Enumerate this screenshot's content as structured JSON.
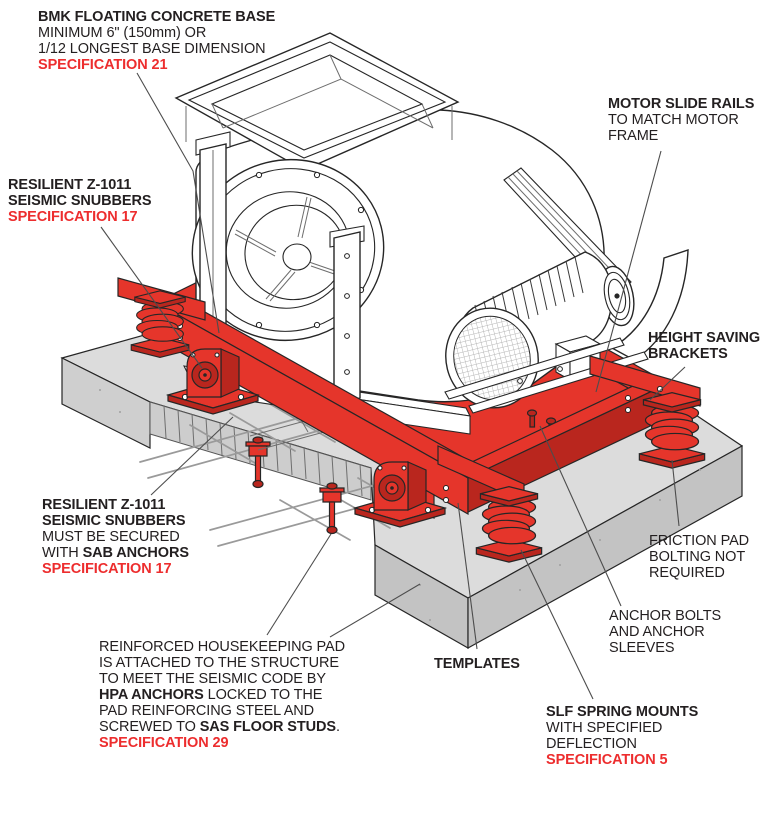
{
  "colors": {
    "accent": "#e5352b",
    "accent_dark": "#b9261e",
    "spec_red": "#ed2d2e",
    "text": "#231f20",
    "concrete_top": "#dcdcdc",
    "concrete_left": "#cfcfcf",
    "concrete_right": "#c3c3c3",
    "concrete_cut": "#cdcdcd",
    "outline": "#262626",
    "leader": "#4d4d4d"
  },
  "labels": {
    "bmk": {
      "line1": "BMK FLOATING CONCRETE BASE",
      "line2": "MINIMUM 6\" (150mm) OR",
      "line3": "1/12 LONGEST BASE DIMENSION",
      "spec": "SPECIFICATION 21"
    },
    "snubbers_upper": {
      "line1": "RESILIENT Z-1011",
      "line2": "SEISMIC SNUBBERS",
      "spec": "SPECIFICATION 17"
    },
    "motor_rails": {
      "line1": "MOTOR SLIDE RAILS",
      "line2": "TO MATCH MOTOR",
      "line3": "FRAME"
    },
    "height_brackets": {
      "line1": "HEIGHT SAVING",
      "line2": "BRACKETS"
    },
    "friction_pad": {
      "line1": "FRICTION PAD",
      "line2": "BOLTING NOT",
      "line3": "REQUIRED"
    },
    "anchor_bolts": {
      "line1": "ANCHOR BOLTS",
      "line2": "AND ANCHOR",
      "line3": "SLEEVES"
    },
    "templates": {
      "line1": "TEMPLATES"
    },
    "slf": {
      "line1": "SLF SPRING MOUNTS",
      "line2": "WITH SPECIFIED",
      "line3": "DEFLECTION",
      "spec": "SPECIFICATION 5"
    },
    "snubbers_lower": {
      "line1": "RESILIENT Z-1011",
      "line2": "SEISMIC SNUBBERS",
      "line3": "MUST BE SECURED",
      "line4a": "WITH ",
      "line4b": "SAB ANCHORS",
      "spec": "SPECIFICATION 17"
    },
    "housekeeping": {
      "line1": "REINFORCED HOUSEKEEPING PAD",
      "line2": "IS ATTACHED TO THE STRUCTURE",
      "line3": "TO MEET THE SEISMIC CODE BY",
      "line4a": "HPA ANCHORS",
      "line4b": " LOCKED TO THE",
      "line5": "PAD REINFORCING STEEL AND",
      "line6a": "SCREWED TO ",
      "line6b": "SAS FLOOR STUDS",
      "line6c": ".",
      "spec": "SPECIFICATION 29"
    }
  }
}
